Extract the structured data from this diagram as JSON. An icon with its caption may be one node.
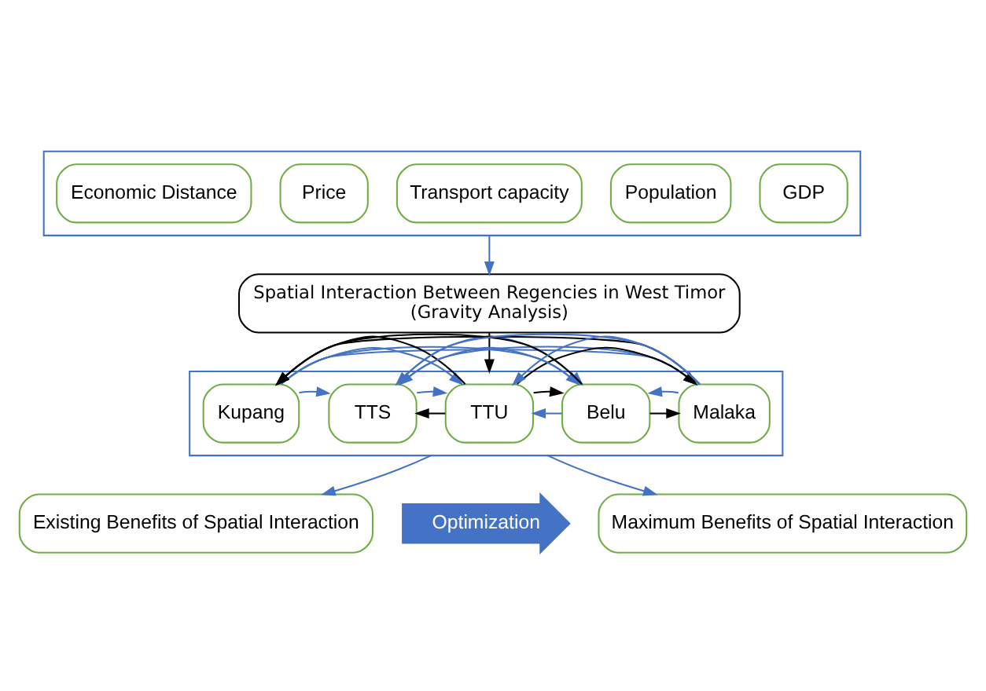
{
  "diagram": {
    "nodes": [
      {
        "text": [],
        "shape": "box"
      },
      {
        "text": [
          "Economic Distance"
        ],
        "in": 0
      },
      {
        "text": [
          "Price"
        ],
        "in": 0
      },
      {
        "text": [
          "Transport capacity"
        ],
        "in": 0
      },
      {
        "text": [
          "Population"
        ],
        "in": 0
      },
      {
        "text": [
          "GDP"
        ],
        "in": 0
      },
      {
        "text": [
          "Spatial Interaction Between Regencies in West Timor",
          "(Gravity Analysis)"
        ]
      },
      {
        "text": [],
        "shape": "box"
      },
      {
        "text": [
          "Kupang"
        ],
        "in": 7
      },
      {
        "text": [
          "TTS"
        ],
        "in": 7
      },
      {
        "text": [
          "TTU"
        ],
        "in": 7
      },
      {
        "text": [
          "Belu"
        ],
        "in": 7
      },
      {
        "text": [
          "Malaka"
        ],
        "in": 7
      },
      {
        "text": [
          "Existing Benefits of Spatial Interaction"
        ]
      },
      {
        "text": [
          "Optimization"
        ]
      },
      {
        "text": [
          "Maximum Benefits of Spatial Interaction"
        ]
      }
    ],
    "edges": [
      {
        "from": 0,
        "to": 6,
        "arrow": "to"
      },
      {
        "from": 6,
        "to": 7,
        "arrow": "to",
        "color": "#000000"
      },
      {
        "from": 8,
        "to": 9,
        "arrow": "to"
      },
      {
        "from": 8,
        "to": 10,
        "arrow": "to"
      },
      {
        "from": 8,
        "to": 11,
        "arrow": "to"
      },
      {
        "from": 8,
        "to": 12,
        "arrow": "to"
      },
      {
        "from": 11,
        "to": 8,
        "arrow": "to",
        "color": "#000000"
      },
      {
        "from": 11,
        "to": 9,
        "arrow": "to"
      },
      {
        "from": 11,
        "to": 10,
        "arrow": "to"
      },
      {
        "from": 10,
        "to": 8,
        "arrow": "to",
        "color": "#000000"
      },
      {
        "from": 10,
        "to": 9,
        "arrow": "to",
        "color": "#000000"
      },
      {
        "from": 10,
        "to": 11,
        "arrow": "to",
        "color": "#000000"
      },
      {
        "from": 10,
        "to": 12,
        "arrow": "to",
        "color": "#000000"
      },
      {
        "from": 11,
        "to": 12,
        "arrow": "to",
        "color": "#000000"
      },
      {
        "from": 12,
        "to": 8,
        "arrow": "to",
        "color": "#000000"
      },
      {
        "from": 9,
        "to": 10,
        "arrow": "to"
      },
      {
        "from": 9,
        "to": 11,
        "arrow": "to"
      },
      {
        "from": 9,
        "to": 12,
        "arrow": "to"
      },
      {
        "from": 12,
        "to": 9,
        "arrow": "to"
      },
      {
        "from": 12,
        "to": 10,
        "arrow": "to"
      },
      {
        "from": 12,
        "to": 11,
        "arrow": "to"
      },
      {
        "from": 7,
        "to": 13,
        "arrow": "to"
      },
      {
        "from": 7,
        "to": 15,
        "arrow": "to"
      }
    ]
  }
}
